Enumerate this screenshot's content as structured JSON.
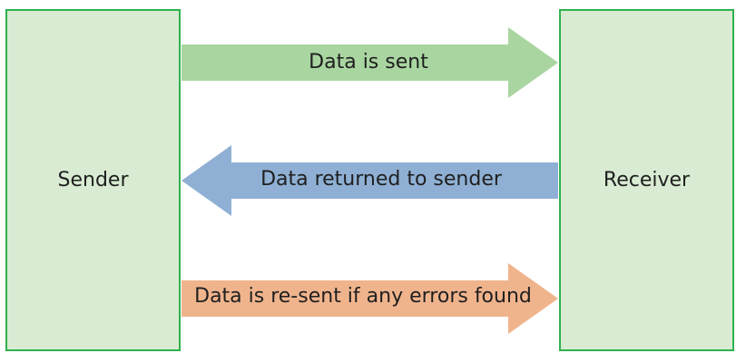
{
  "diagram": {
    "boxes": {
      "sender": {
        "label": "Sender"
      },
      "receiver": {
        "label": "Receiver"
      }
    },
    "arrows": [
      {
        "id": "sent",
        "label": "Data is sent",
        "direction": "right",
        "color": "#a9d5a1"
      },
      {
        "id": "returned",
        "label": "Data returned to sender",
        "direction": "left",
        "color": "#8fb0d4"
      },
      {
        "id": "resent",
        "label": "Data is re-sent if any errors found",
        "direction": "right",
        "color": "#f0b48d"
      }
    ],
    "colors": {
      "box_fill": "#d9ebd3",
      "box_border": "#2fb24c"
    }
  }
}
